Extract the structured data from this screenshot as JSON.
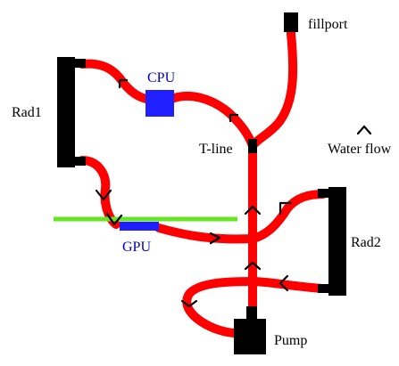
{
  "labels": {
    "fillport": "fillport",
    "cpu": "CPU",
    "rad1": "Rad1",
    "t_line": "T-line",
    "water_flow": "Water flow",
    "gpu": "GPU",
    "rad2": "Rad2",
    "pump": "Pump"
  },
  "colors": {
    "tube": "#ff0000",
    "component": "#000000",
    "cpu_block": "#1f1fff",
    "gpu_block": "#1f1fff",
    "gpu_card": "#66e622",
    "label_blue": "#0000c8",
    "arrow": "#000000"
  },
  "icons": {
    "water_flow_indicator": "caret-up-arrow"
  }
}
